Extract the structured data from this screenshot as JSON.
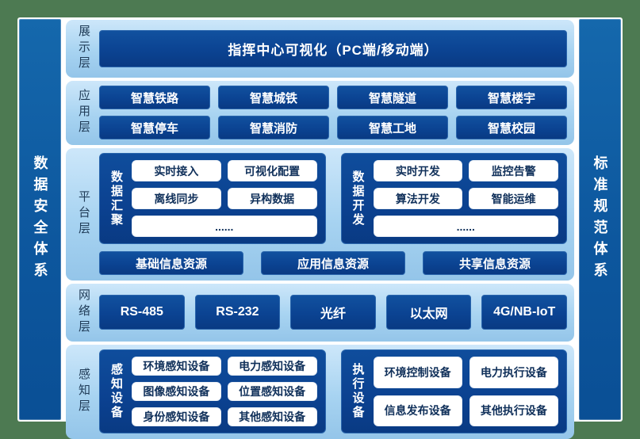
{
  "colors": {
    "frame_green": "#4d7a52",
    "canvas_white": "#ffffff",
    "pillar_blue": "#0d579e",
    "layer_light_blue": "#a7d3f1",
    "button_navy": "#0b4392",
    "chip_text_navy": "#10305a"
  },
  "pillars": {
    "left": "数据安全体系",
    "right": "标准规范体系"
  },
  "layers": {
    "0": {
      "label": "展示层",
      "button": "指挥中心可视化（PC端/移动端）"
    },
    "1": {
      "label": "应用层",
      "rows": [
        [
          "智慧铁路",
          "智慧城铁",
          "智慧隧道",
          "智慧楼宇"
        ],
        [
          "智慧停车",
          "智慧消防",
          "智慧工地",
          "智慧校园"
        ]
      ]
    },
    "2": {
      "label": "平台层",
      "groups": [
        {
          "label": "数据汇聚",
          "items": [
            "实时接入",
            "可视化配置",
            "离线同步",
            "异构数据"
          ],
          "more": "......"
        },
        {
          "label": "数据开发",
          "items": [
            "实时开发",
            "监控告警",
            "算法开发",
            "智能运维"
          ],
          "more": "......"
        }
      ],
      "resources": [
        "基础信息资源",
        "应用信息资源",
        "共享信息资源"
      ]
    },
    "3": {
      "label": "网络层",
      "buttons": [
        "RS-485",
        "RS-232",
        "光纤",
        "以太网",
        "4G/NB-IoT"
      ]
    },
    "4": {
      "label": "感知层",
      "groups": [
        {
          "label": "感知设备",
          "items": [
            "环境感知设备",
            "电力感知设备",
            "图像感知设备",
            "位置感知设备",
            "身份感知设备",
            "其他感知设备"
          ]
        },
        {
          "label": "执行设备",
          "items": [
            "环境控制设备",
            "电力执行设备",
            "信息发布设备",
            "其他执行设备"
          ]
        }
      ]
    }
  }
}
